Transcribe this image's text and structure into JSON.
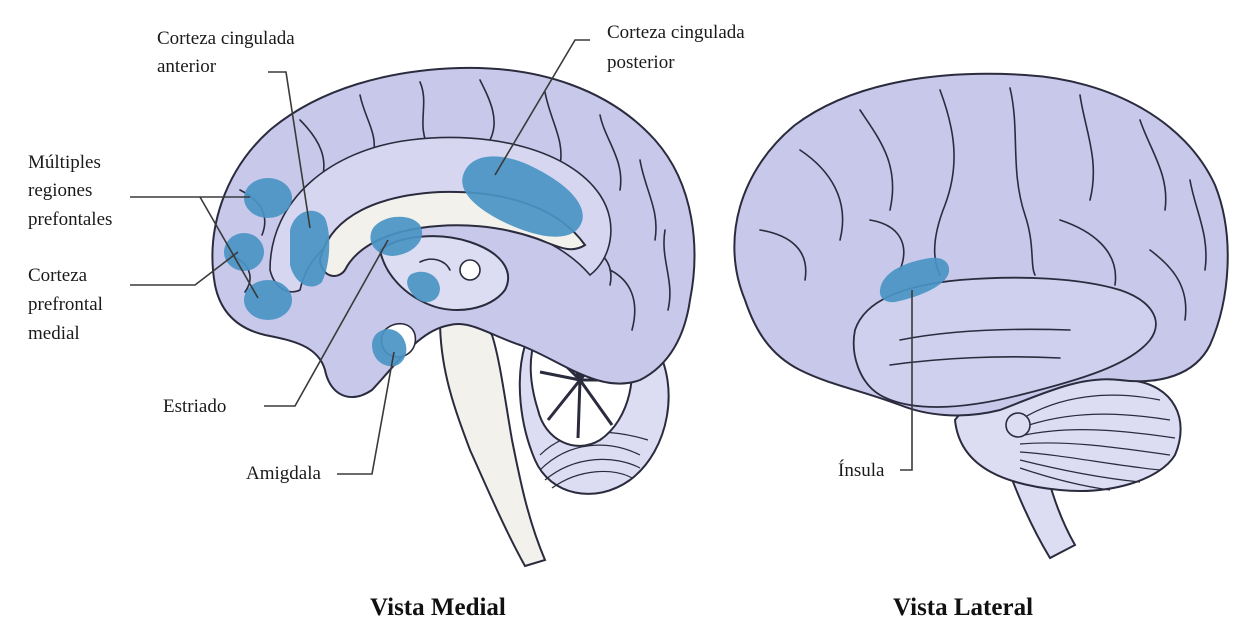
{
  "colors": {
    "brain": "#c7c8ea",
    "highlight": "#4a94c4",
    "outline": "#2b2b3e",
    "background": "#ffffff"
  },
  "medial": {
    "title": "Vista Medial",
    "labels": {
      "acc": [
        "Corteza cingulada",
        "anterior"
      ],
      "pcc": [
        "Corteza cingulada",
        "posterior"
      ],
      "prefrontal": [
        "Múltiples",
        "regiones",
        "prefontales"
      ],
      "mpfc": [
        "Corteza",
        "prefrontal",
        "medial"
      ],
      "striatum": [
        "Estriado"
      ],
      "amygdala": [
        "Amigdala"
      ]
    }
  },
  "lateral": {
    "title": "Vista Lateral",
    "labels": {
      "insula": [
        "Ínsula"
      ]
    }
  }
}
